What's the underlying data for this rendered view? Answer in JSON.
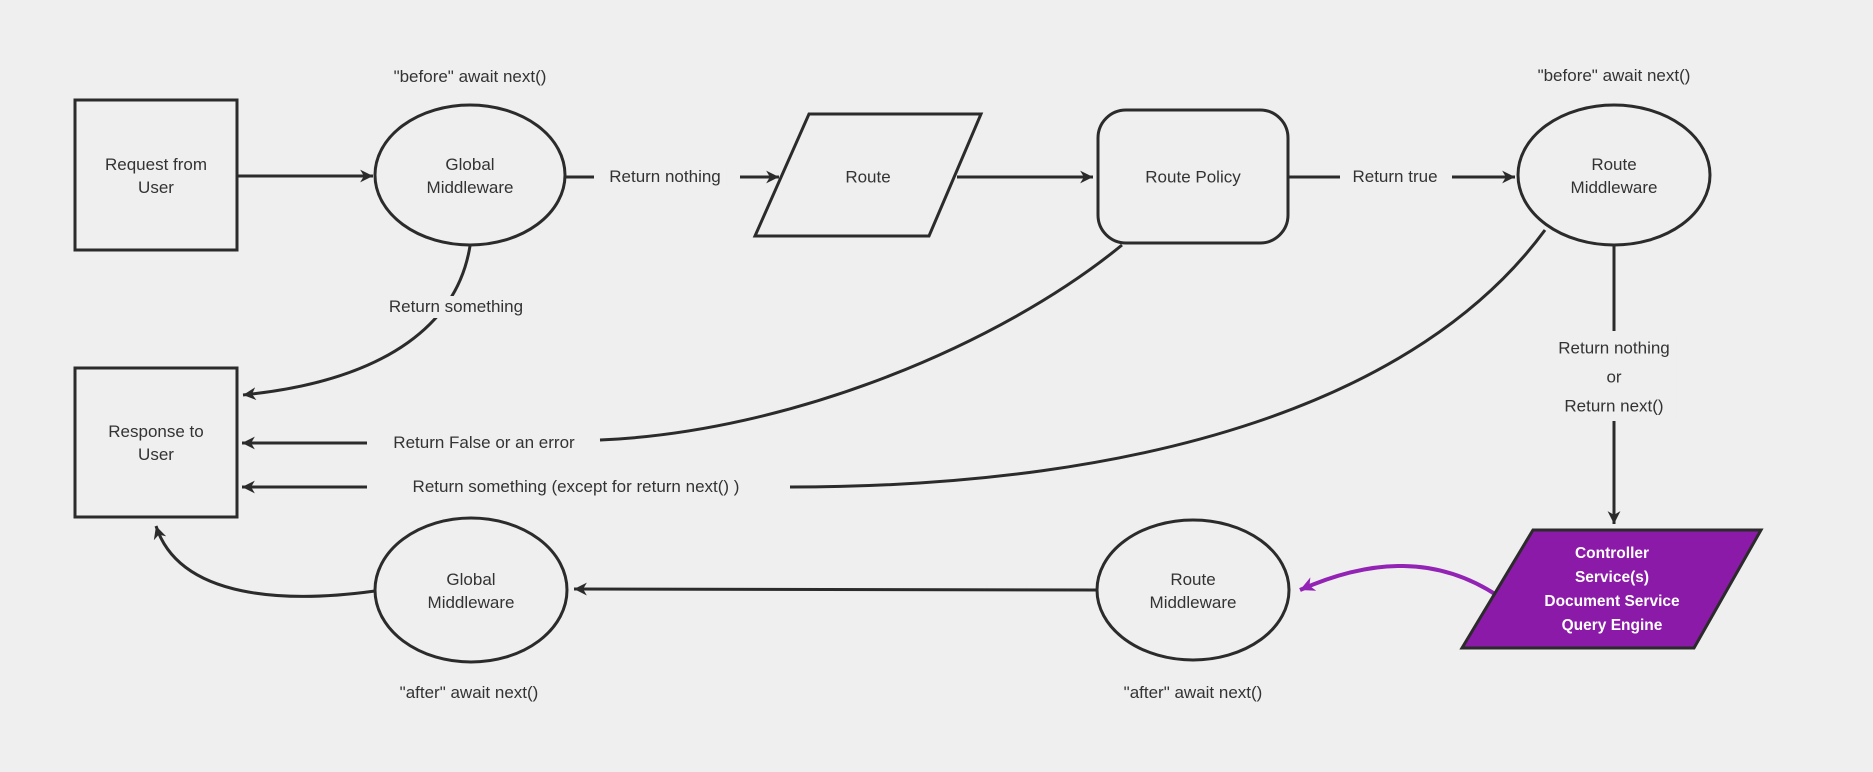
{
  "canvas": {
    "bg": "#efefef",
    "stroke": "#2b2b2b",
    "text_color": "#333333",
    "purple_fill": "#8b1aa8",
    "purple_arrow": "#9223b5"
  },
  "nodes": {
    "request": {
      "line1": "Request from",
      "line2": "User"
    },
    "global_middleware_top": {
      "line1": "Global",
      "line2": "Middleware"
    },
    "route": {
      "line1": "Route"
    },
    "route_policy": {
      "line1": "Route Policy"
    },
    "route_middleware_top": {
      "line1": "Route",
      "line2": "Middleware"
    },
    "response": {
      "line1": "Response to",
      "line2": "User"
    },
    "global_middleware_bottom": {
      "line1": "Global",
      "line2": "Middleware"
    },
    "route_middleware_bottom": {
      "line1": "Route",
      "line2": "Middleware"
    },
    "controller_block": {
      "line1": "Controller",
      "line2": "Service(s)",
      "line3": "Document Service",
      "line4": "Query Engine"
    }
  },
  "edge_labels": {
    "before_await_left": "\"before\" await next()",
    "before_await_right": "\"before\" await next()",
    "after_await_left": "\"after\" await next()",
    "after_await_right": "\"after\" await next()",
    "return_nothing": "Return nothing",
    "return_true": "Return true",
    "return_something": "Return something",
    "return_false_or_error": "Return False or an error",
    "return_something_except": "Return something (except for return next() )",
    "return_nothing_or_1": "Return nothing",
    "return_nothing_or_2": "or",
    "return_nothing_or_3": "Return next()"
  }
}
